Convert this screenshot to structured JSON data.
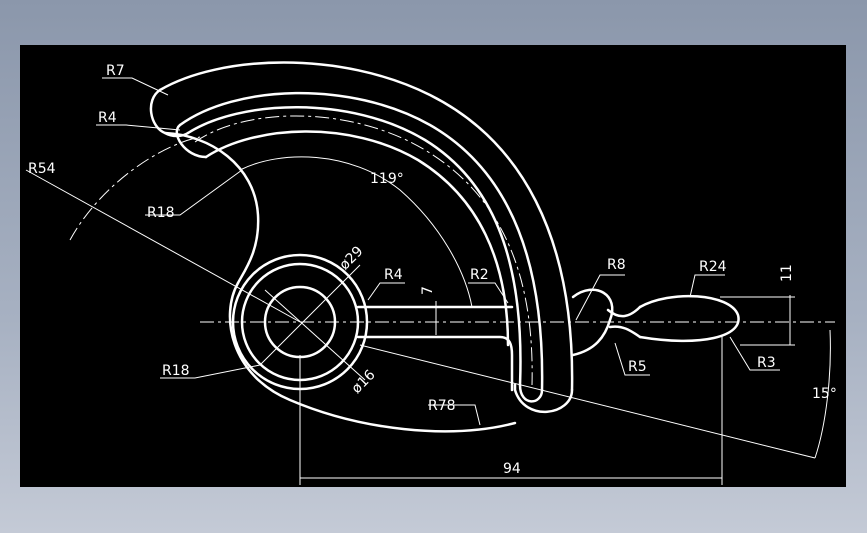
{
  "colors": {
    "background": "#000000",
    "outline": "#ffffff",
    "frame_gradient_top": "#8b97ab",
    "frame_gradient_bottom": "#c4cad6"
  },
  "drawing": {
    "labels": {
      "r7": "R7",
      "r4_top": "R4",
      "r54": "R54",
      "r18_upper": "R18",
      "angle_119": "119°",
      "dia29": "ø29",
      "r4_mid": "R4",
      "dim7": "7",
      "r2": "R2",
      "r8": "R8",
      "r24": "R24",
      "dim11": "11",
      "r18_lower": "R18",
      "dia16": "ø16",
      "r5": "R5",
      "r3": "R3",
      "angle_15": "15°",
      "r78": "R78",
      "dim94": "94"
    }
  }
}
